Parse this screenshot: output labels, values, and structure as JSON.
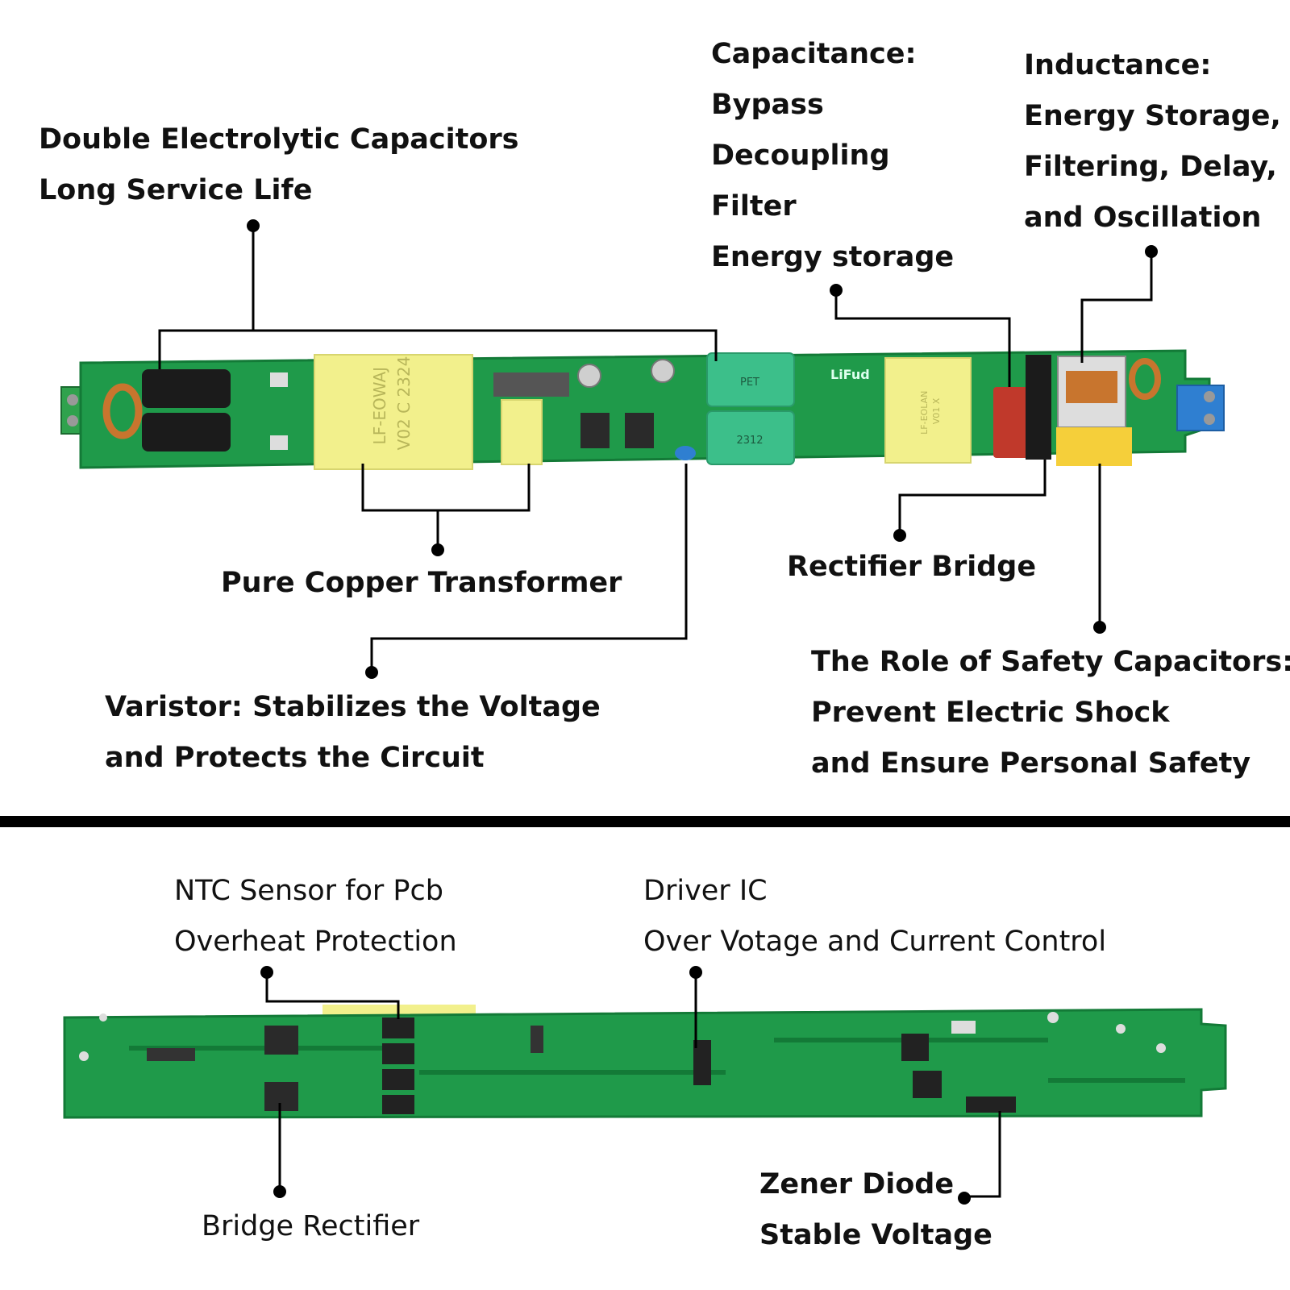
{
  "colors": {
    "pcb": "#1f9a4a",
    "pcb_dark": "#137a37",
    "transformer": "#f2f08c",
    "capacitor_black": "#1b1b1b",
    "capacitor_green": "#3cbf8a",
    "copper": "#c8752e",
    "safety_cap": "#f5cf3a",
    "rectifier_red": "#c0392b",
    "terminal_blue": "#2f7fd1",
    "divider": "#000000"
  },
  "top_labels": {
    "electrolytic": [
      "Double Electrolytic Capacitors",
      "Long Service Life"
    ],
    "capacitance": [
      "Capacitance:",
      "Bypass",
      "Decoupling",
      "Filter",
      "Energy storage"
    ],
    "inductance": [
      "Inductance:",
      "Energy Storage,",
      "Filtering, Delay,",
      "and Oscillation"
    ],
    "transformer": [
      "Pure Copper Transformer"
    ],
    "rectifier_bridge": [
      "Rectifier Bridge"
    ],
    "varistor": [
      "Varistor: Stabilizes the Voltage",
      "and Protects the Circuit"
    ],
    "safety_caps": [
      "The Role of Safety Capacitors:",
      "Prevent Electric Shock",
      "and Ensure Personal Safety"
    ]
  },
  "pcb_top_markings": {
    "transformer_big": [
      "LF-EOWAJ",
      "V02 C 2324"
    ],
    "transformer_right": [
      "LF-EOLAN",
      "V01 X"
    ],
    "green_caps": [
      "PET",
      "2312"
    ],
    "brand": "LiFud"
  },
  "bottom_labels": {
    "ntc": [
      "NTC Sensor for Pcb",
      "Overheat Protection"
    ],
    "driver_ic": [
      "Driver IC",
      "Over Votage and Current Control"
    ],
    "bridge_rectifier": [
      "Bridge Rectifier"
    ],
    "zener": [
      "Zener Diode",
      "Stable Voltage"
    ]
  }
}
